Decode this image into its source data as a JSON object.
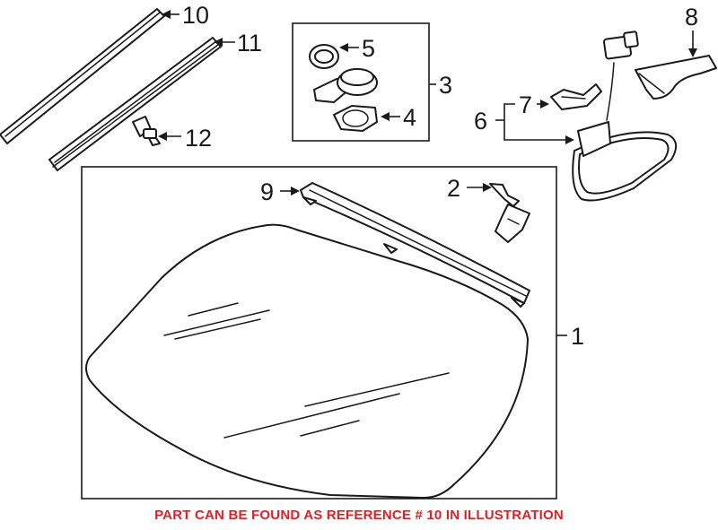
{
  "callouts": {
    "c1": "1",
    "c2": "2",
    "c3": "3",
    "c4": "4",
    "c5": "5",
    "c6": "6",
    "c7": "7",
    "c8": "8",
    "c9": "9",
    "c10": "10",
    "c11": "11",
    "c12": "12"
  },
  "footer_note": "PART CAN BE FOUND AS REFERENCE # 10 IN ILLUSTRATION",
  "colors": {
    "line": "#1a1a1a",
    "note": "#e31e24",
    "background": "#ffffff"
  }
}
